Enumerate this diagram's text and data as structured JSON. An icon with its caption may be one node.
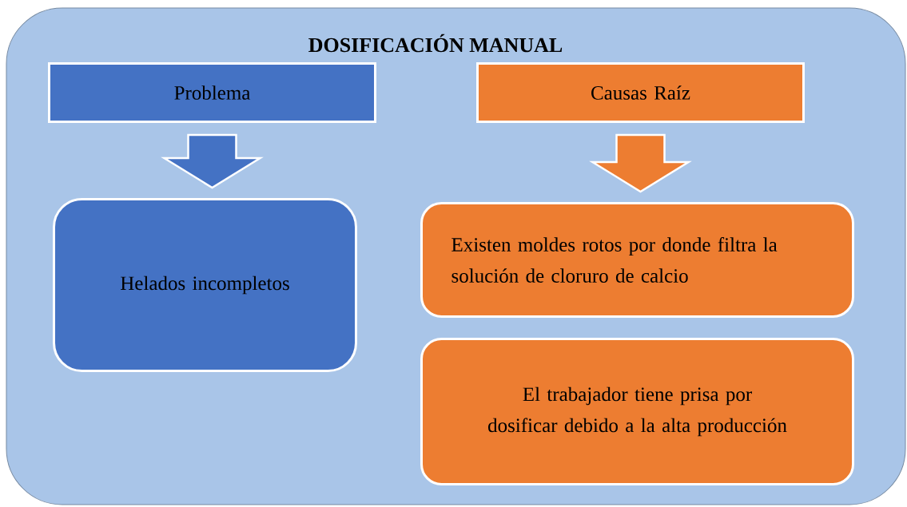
{
  "diagram": {
    "nodes": [
      {
        "text": [
          "DOSIFICACIÓN MANUAL"
        ]
      },
      {
        "text": [
          "Problema"
        ],
        "in": 0
      },
      {
        "text": [
          "Causas Raíz"
        ],
        "in": 0
      },
      {
        "text": [
          "Helados incompletos"
        ],
        "in": 0
      },
      {
        "text": [
          "Existen moldes rotos por donde filtra la solución de cloruro de calcio"
        ],
        "in": 0
      },
      {
        "text": [
          "El trabajador tiene prisa por dosificar debido a la alta producción"
        ],
        "in": 0
      }
    ],
    "edges": [
      {
        "from": 1,
        "to": 3,
        "arrow": "to",
        "color": "#4472c4"
      },
      {
        "from": 2,
        "to": 4,
        "arrow": "to",
        "color": "#ed7d31"
      }
    ]
  }
}
